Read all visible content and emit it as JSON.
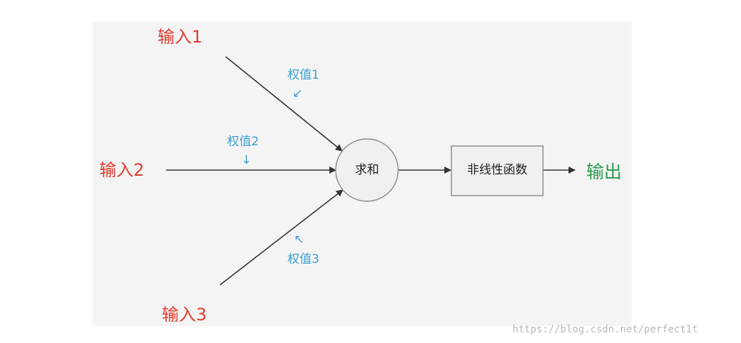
{
  "inputs": [
    {
      "label": "输入1"
    },
    {
      "label": "输入2"
    },
    {
      "label": "输入3"
    }
  ],
  "weights": [
    {
      "label": "权值1",
      "arrow": "↙"
    },
    {
      "label": "权值2",
      "arrow": "↓"
    },
    {
      "label": "权值3",
      "arrow": "↖"
    }
  ],
  "sum_node": {
    "label": "求和"
  },
  "function_node": {
    "label": "非线性函数"
  },
  "output": {
    "label": "输出"
  },
  "watermark": "https://blog.csdn.net/perfect1t",
  "colors": {
    "input": "#e23b30",
    "weight": "#3d9fd1",
    "output": "#2a9a4e",
    "line": "#333333",
    "node_fill": "#f0f0f0"
  }
}
